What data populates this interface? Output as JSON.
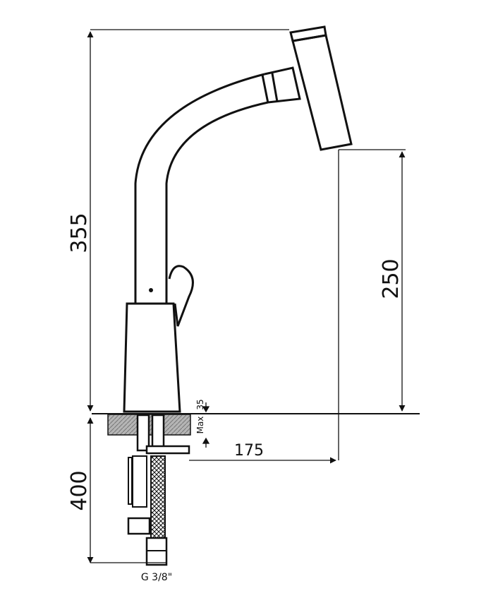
{
  "dimensions": {
    "total_height": "355",
    "spout_height": "250",
    "spout_reach": "175",
    "below_deck_length": "400",
    "max_deck_thickness": "Max",
    "max_deck_thickness_value": "35",
    "thread_spec": "G 3/8\""
  },
  "colors": {
    "line": "#111111",
    "background": "#ffffff",
    "hatch": "#9a9a9a"
  }
}
